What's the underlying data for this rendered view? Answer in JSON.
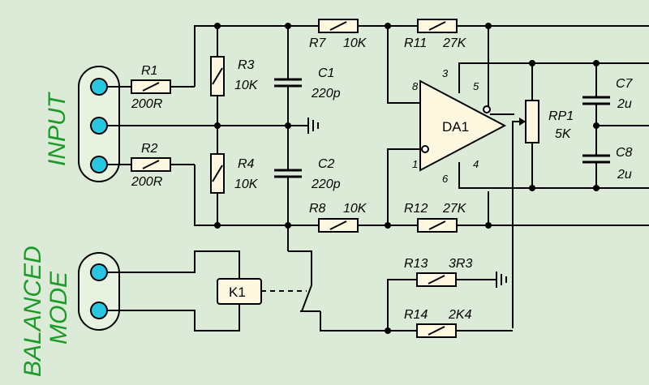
{
  "labels": {
    "input": "INPUT",
    "balanced": "BALANCED",
    "mode": "MODE"
  },
  "components": {
    "R1": {
      "ref": "R1",
      "value": "200R"
    },
    "R2": {
      "ref": "R2",
      "value": "200R"
    },
    "R3": {
      "ref": "R3",
      "value": "10K"
    },
    "R4": {
      "ref": "R4",
      "value": "10K"
    },
    "C1": {
      "ref": "C1",
      "value": "220p"
    },
    "C2": {
      "ref": "C2",
      "value": "220p"
    },
    "R7": {
      "ref": "R7",
      "value": "10K"
    },
    "R8": {
      "ref": "R8",
      "value": "10K"
    },
    "R11": {
      "ref": "R11",
      "value": "27K"
    },
    "R12": {
      "ref": "R12",
      "value": "27K"
    },
    "R13": {
      "ref": "R13",
      "value": "3R3"
    },
    "R14": {
      "ref": "R14",
      "value": "2K4"
    },
    "RP1": {
      "ref": "RP1",
      "value": "5K"
    },
    "C7": {
      "ref": "C7",
      "value": "2u"
    },
    "C8": {
      "ref": "C8",
      "value": "2u"
    },
    "K1": {
      "ref": "K1"
    },
    "DA1": {
      "ref": "DA1",
      "pins": {
        "p1": "1",
        "p3": "3",
        "p4": "4",
        "p5": "5",
        "p6": "6",
        "p8": "8"
      }
    }
  }
}
